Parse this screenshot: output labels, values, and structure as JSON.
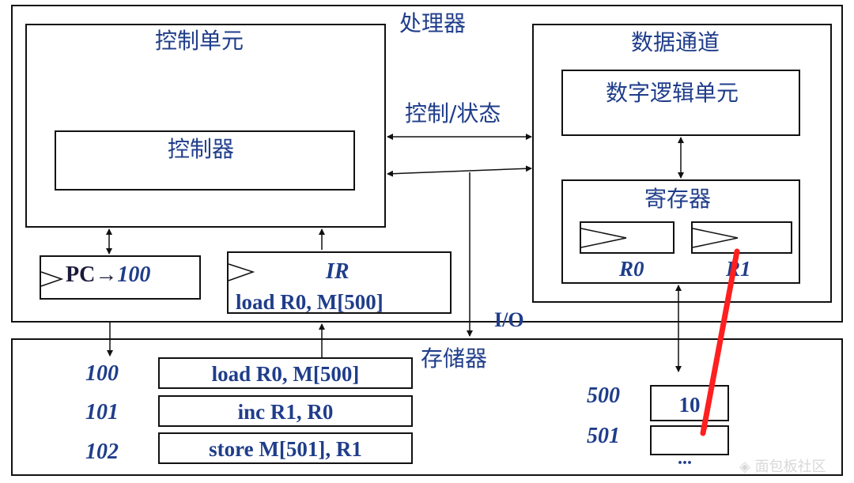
{
  "processor": {
    "title": "处理器",
    "control_unit": {
      "title": "控制单元",
      "controller": "控制器"
    },
    "pc": {
      "label": "PC→",
      "value": "100"
    },
    "ir": {
      "label": "IR",
      "instruction": "load R0, M[500]"
    },
    "bus_label": "控制/状态",
    "datapath": {
      "title": "数据通道",
      "alu": "数字逻辑单元",
      "registers": {
        "title": "寄存器",
        "r0": "R0",
        "r1": "R1"
      }
    }
  },
  "io_label": "I/O",
  "memory": {
    "title": "存储器",
    "instructions": [
      {
        "address": "100",
        "content": "load R0, M[500]"
      },
      {
        "address": "101",
        "content": "inc R1, R0"
      },
      {
        "address": "102",
        "content": "store M[501], R1"
      }
    ],
    "data": [
      {
        "address": "500",
        "content": "10"
      },
      {
        "address": "501",
        "content": ""
      }
    ],
    "ellipsis": "..."
  },
  "colors": {
    "text_blue": "#1f3d8a",
    "arrow_red": "#ff1f1f",
    "border": "#111111"
  }
}
